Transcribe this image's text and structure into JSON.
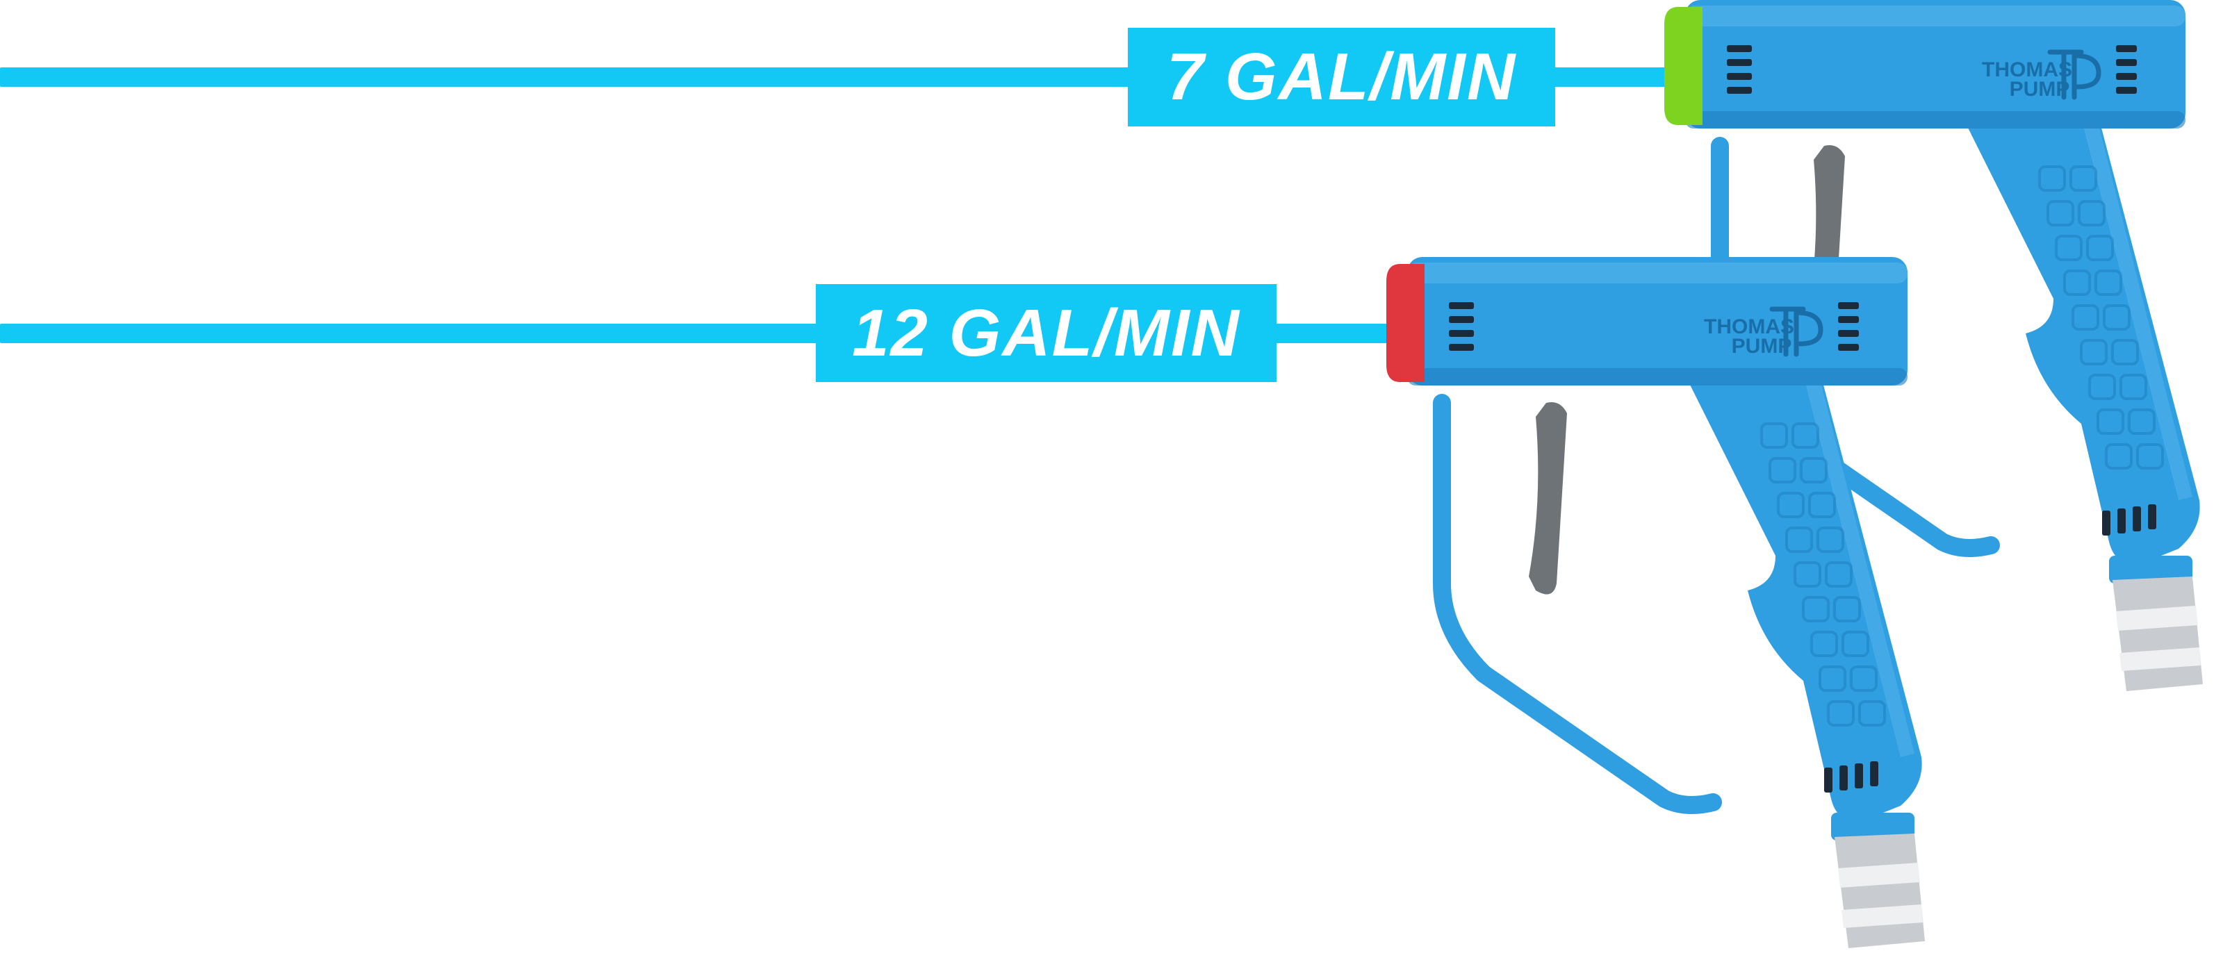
{
  "colors": {
    "accent": "#12c8f5",
    "gun_body": "#2f9fe1",
    "gun_shadow": "#1f7fc0",
    "gun_highlight": "#58b6ee",
    "trigger": "#6e7378",
    "nozzle_metal": "#c8ccd0",
    "cap_green": "#7ed321",
    "cap_red": "#e0363d",
    "logo": "#1a6ea8"
  },
  "products": [
    {
      "flow_label": "7 GAL/MIN",
      "cap_color": "green",
      "logo": {
        "line1": "THOMAS",
        "line2": "PUMP",
        "icon": "tp-monogram-icon"
      }
    },
    {
      "flow_label": "12 GAL/MIN",
      "cap_color": "red",
      "logo": {
        "line1": "THOMAS",
        "line2": "PUMP",
        "icon": "tp-monogram-icon"
      }
    }
  ]
}
